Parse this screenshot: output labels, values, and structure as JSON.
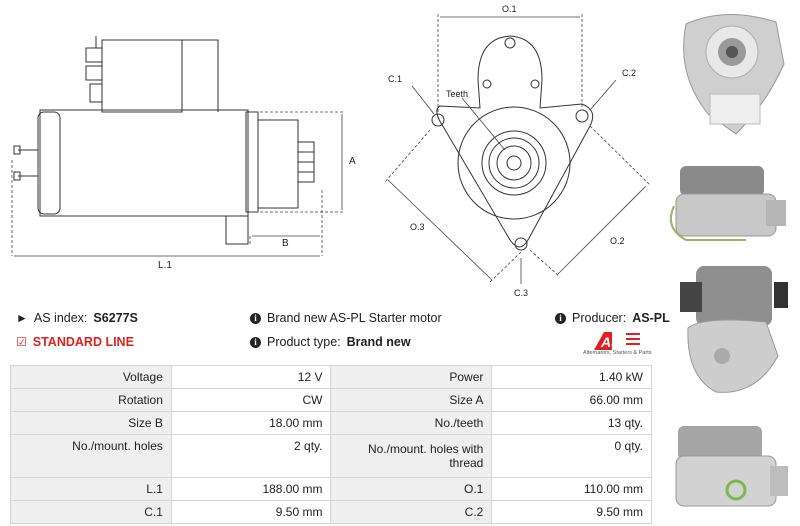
{
  "diagram": {
    "labels": {
      "o1": "O.1",
      "o2": "O.2",
      "o3": "O.3",
      "c1": "C.1",
      "c2": "C.2",
      "c3": "C.3",
      "teeth": "Teeth",
      "a": "A",
      "b": "B",
      "l1": "L.1"
    }
  },
  "info": {
    "as_index_label": "AS index:",
    "as_index_value": "S6277S",
    "line": "STANDARD LINE",
    "description": "Brand new AS-PL Starter motor",
    "product_type_label": "Product type:",
    "product_type_value": "Brand new",
    "producer_label": "Producer:",
    "producer_value": "AS-PL",
    "logo_text": "AS",
    "logo_subtext": "Alternators, Starters & Parts"
  },
  "specs": [
    {
      "l1": "Voltage",
      "v1": "12 V",
      "l2": "Power",
      "v2": "1.40 kW"
    },
    {
      "l1": "Rotation",
      "v1": "CW",
      "l2": "Size A",
      "v2": "66.00 mm"
    },
    {
      "l1": "Size B",
      "v1": "18.00 mm",
      "l2": "No./teeth",
      "v2": "13 qty."
    },
    {
      "l1": "No./mount. holes",
      "v1": "2 qty.",
      "l2": "No./mount. holes with thread",
      "v2": "0 qty."
    },
    {
      "l1": "L.1",
      "v1": "188.00 mm",
      "l2": "O.1",
      "v2": "110.00 mm"
    },
    {
      "l1": "C.1",
      "v1": "9.50 mm",
      "l2": "C.2",
      "v2": "9.50 mm"
    }
  ],
  "colors": {
    "accent": "#e02020",
    "label_bg": "#efefef",
    "border": "#d6d6d6"
  }
}
